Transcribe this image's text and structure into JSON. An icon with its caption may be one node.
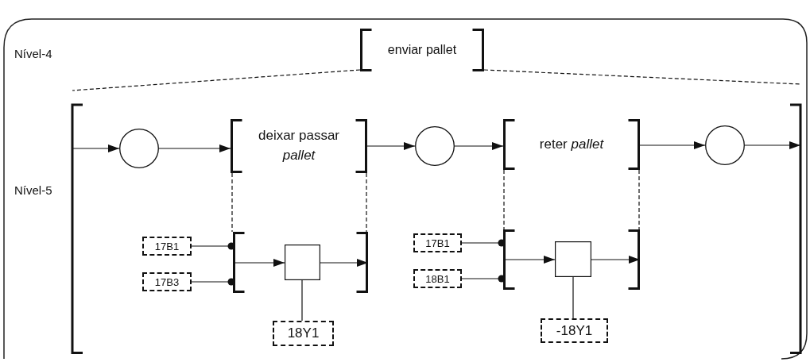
{
  "diagram": {
    "nodes": [
      {
        "text": [
          "enviar pallet"
        ]
      },
      {
        "text": [],
        "shape": "bracket"
      },
      {
        "text": [],
        "shape": "circle",
        "in": 1
      },
      {
        "text": [
          "deixar passar *pallet*"
        ],
        "in": 1
      },
      {
        "text": [],
        "shape": "circle",
        "in": 1
      },
      {
        "text": [
          "reter *pallet*"
        ],
        "in": 1
      },
      {
        "text": [],
        "shape": "circle",
        "in": 1
      },
      {
        "text": [
          "17B1"
        ],
        "in": 1
      },
      {
        "text": [
          "17B3"
        ],
        "in": 1
      },
      {
        "text": [],
        "shape": "bracket",
        "in": 1
      },
      {
        "text": [],
        "shape": "box",
        "in": 9
      },
      {
        "text": [
          "18Y1"
        ],
        "in": 1
      },
      {
        "text": [
          "17B1"
        ],
        "in": 1
      },
      {
        "text": [
          "18B1"
        ],
        "in": 1
      },
      {
        "text": [],
        "shape": "bracket",
        "in": 1
      },
      {
        "text": [],
        "shape": "box",
        "in": 14
      },
      {
        "text": [
          "-18Y1"
        ],
        "in": 1
      }
    ],
    "edges": [
      {
        "from": 0,
        "to": 1,
        "arrow": "none",
        "style": "dashed"
      },
      {
        "from": 0,
        "to": 1,
        "arrow": "none",
        "style": "dashed"
      },
      {
        "from": 1,
        "to": 2,
        "arrow": "to"
      },
      {
        "from": 2,
        "to": 3,
        "arrow": "to"
      },
      {
        "from": 3,
        "to": 4,
        "arrow": "to"
      },
      {
        "from": 4,
        "to": 5,
        "arrow": "to"
      },
      {
        "from": 5,
        "to": 6,
        "arrow": "to"
      },
      {
        "from": 6,
        "to": 1,
        "arrow": "to"
      },
      {
        "from": 3,
        "to": 9,
        "arrow": "none",
        "style": "dashed"
      },
      {
        "from": 3,
        "to": 9,
        "arrow": "none",
        "style": "dashed"
      },
      {
        "from": 7,
        "to": 9,
        "arrow": "other"
      },
      {
        "from": 8,
        "to": 9,
        "arrow": "other"
      },
      {
        "from": 9,
        "to": 10,
        "arrow": "to"
      },
      {
        "from": 10,
        "to": 9,
        "arrow": "to"
      },
      {
        "from": 10,
        "to": 11,
        "arrow": "none"
      },
      {
        "from": 5,
        "to": 14,
        "arrow": "none",
        "style": "dashed"
      },
      {
        "from": 5,
        "to": 14,
        "arrow": "none",
        "style": "dashed"
      },
      {
        "from": 12,
        "to": 14,
        "arrow": "other"
      },
      {
        "from": 13,
        "to": 14,
        "arrow": "other"
      },
      {
        "from": 14,
        "to": 15,
        "arrow": "to"
      },
      {
        "from": 15,
        "to": 14,
        "arrow": "to"
      },
      {
        "from": 15,
        "to": 16,
        "arrow": "none"
      }
    ],
    "labels": [
      "Nível-4",
      "Nível-5"
    ]
  }
}
